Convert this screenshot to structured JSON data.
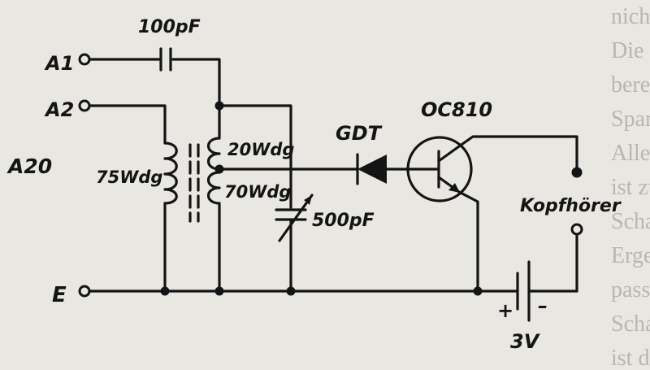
{
  "labels": {
    "a1": "A1",
    "a2": "A2",
    "a20": "A20",
    "e": "E",
    "cap100": "100pF",
    "coil95": "75Wdg",
    "coil20": "20Wdg",
    "coil70": "70Wdg",
    "cap500": "500pF",
    "diode": "GDT",
    "transistor": "OC810",
    "headphones": "Kopfhörer",
    "battery": "3V",
    "plus": "+",
    "minus": "–"
  },
  "background_text": {
    "line1": "nicht benutzt.",
    "line2": "Die Elektronenröhre ist in der Technik",
    "line3": "bereits gewonnen. Schaltungen",
    "line4": "Sparschaltung verschiedener",
    "line5": "Alles Elektro",
    "line6": "ist zu Verstärker",
    "line7": "Schaltungen sind die Ergebnis",
    "line8": "Ergebnissen dieses Röhrenbau. Die Kollektor",
    "line9": "passt nun ihr Ausbau ist so",
    "line10": "Schaltung der Basis.",
    "line11": "ist die Spannungsquelle."
  }
}
